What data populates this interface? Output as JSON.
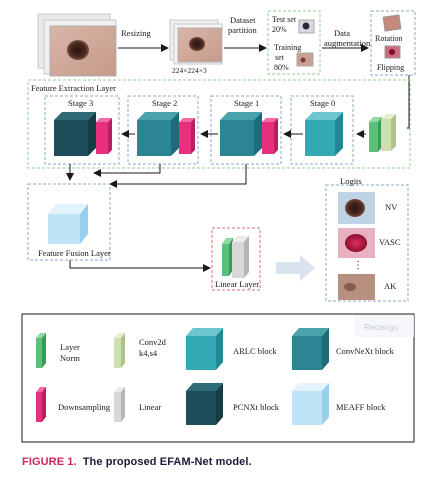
{
  "preprocess": {
    "resizing": "Resizing",
    "resize_dim": "224×224×3",
    "partition_l1": "Dataset",
    "partition_l2": "partition",
    "testset_l1": "Test set",
    "testset_l2": "20%",
    "trainset_l1": "Training",
    "trainset_l2": "set",
    "trainset_l3": "80%",
    "augment_l1": "Data",
    "augment_l2": "augmentation",
    "rotation": "Rotation",
    "flipping": "Flipping"
  },
  "fel": {
    "title": "Feature Extraction Layer",
    "stages": [
      "Stage 3",
      "Stage 2",
      "Stage 1",
      "Stage 0"
    ]
  },
  "fusion": {
    "title": "Feature Fusion Layer"
  },
  "linear": {
    "title": "Linear Layer"
  },
  "logits": {
    "title": "Logits",
    "classes": [
      "NV",
      "VASC",
      "AK"
    ],
    "ellipsis": "⋮"
  },
  "legend": {
    "layer_norm_l1": "Layer",
    "layer_norm_l2": "Norm",
    "conv_l1": "Conv2d",
    "conv_l2": "k4,s4",
    "arlc": "ARLC block",
    "convnext": "ConvNeXt block",
    "downsampling": "Downsampling",
    "linear": "Linear",
    "pcnxt": "PCNXt block",
    "meaff": "MEAFF block"
  },
  "watermark": "Rectangu",
  "caption": {
    "figure": "FIGURE 1.",
    "text": "The proposed EFAM-Net model."
  },
  "colors": {
    "teal": "#33a9b5",
    "convnext": "#2b8593",
    "dark_teal": "#1f4e5a",
    "pink": "#e8307e",
    "green": "#5cbf7a",
    "light_green": "#cfe0b0",
    "gray": "#d7d7d7",
    "light_blue": "#bfe3f7",
    "panel_border": "#8aa8c8",
    "fel_border": "#8fd08f",
    "linear_border": "#e07070"
  }
}
